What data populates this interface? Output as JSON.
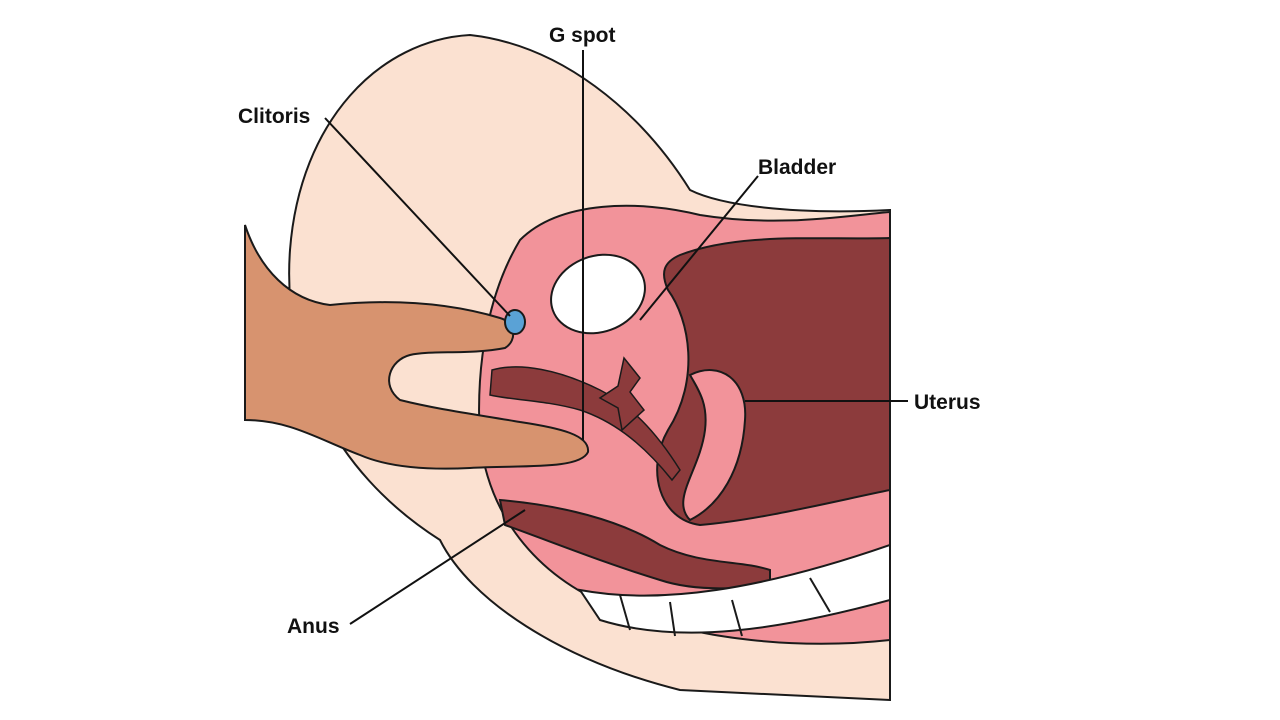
{
  "labels": {
    "g_spot": "G spot",
    "clitoris": "Clitoris",
    "bladder": "Bladder",
    "uterus": "Uterus",
    "anus": "Anus"
  },
  "colors": {
    "skin": "#fbe1d1",
    "tissue_pink": "#f2939a",
    "tissue_dark": "#8c3b3c",
    "hand": "#d7936f",
    "clitoris_blue": "#5aa2d6",
    "outline": "#1a1a1a",
    "background": "#ffffff"
  }
}
